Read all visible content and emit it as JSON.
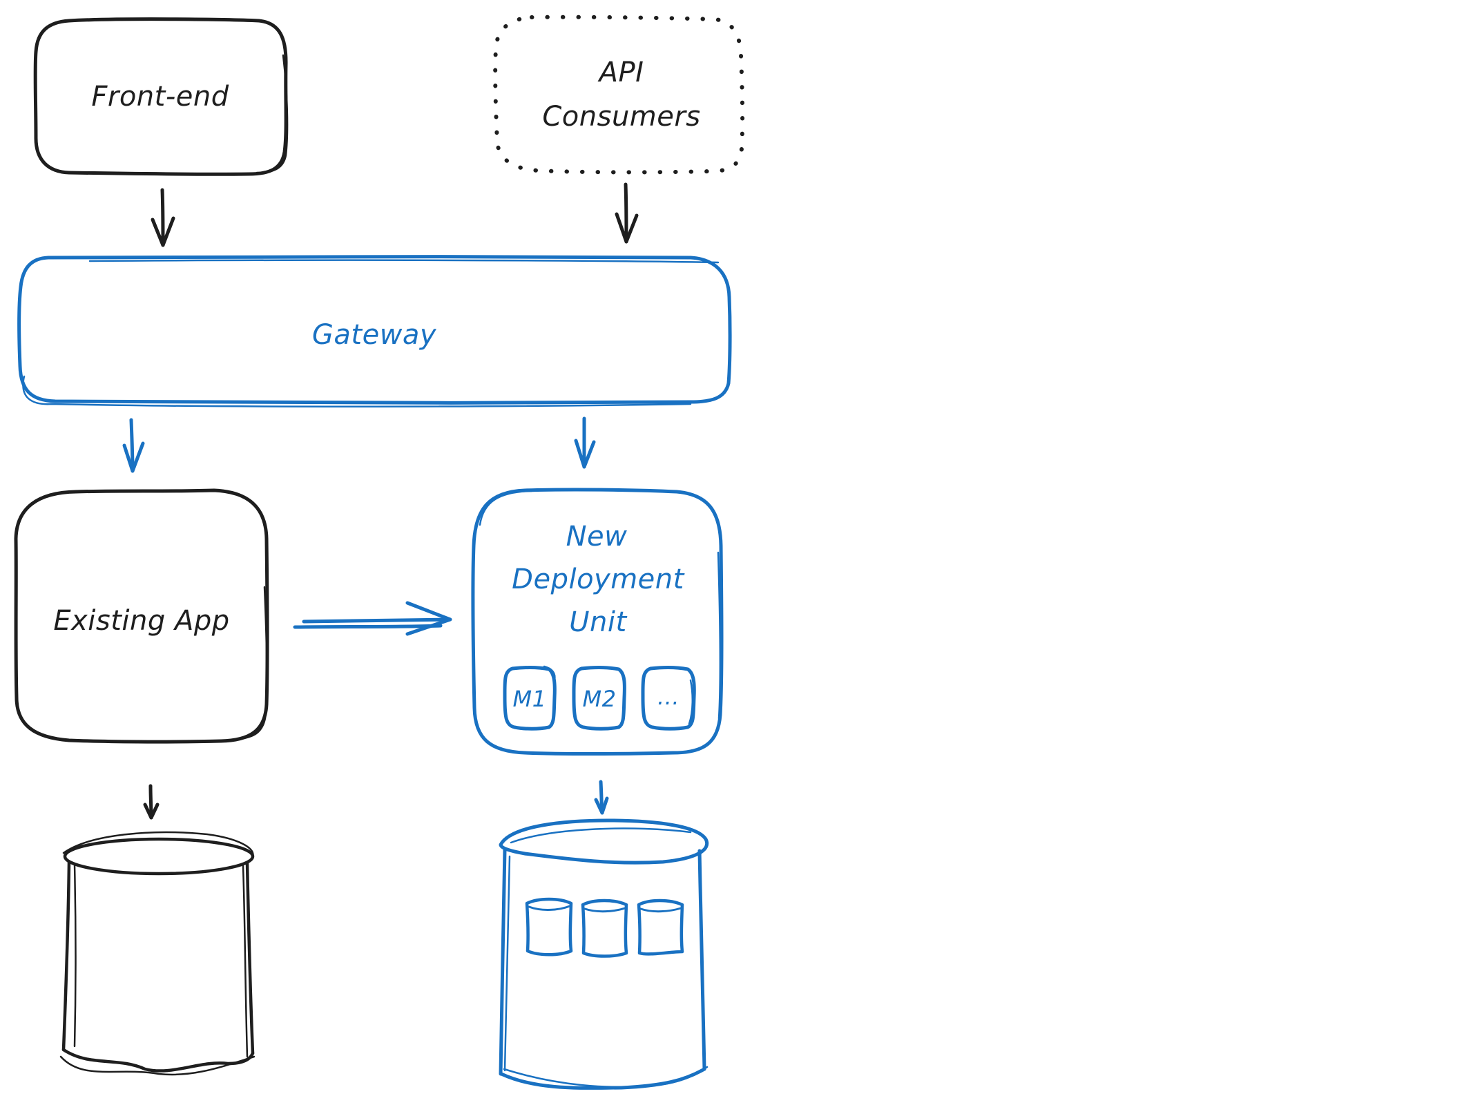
{
  "diagram": {
    "title": "",
    "colors": {
      "ink": "#1e1e1e",
      "accent": "#1971c2",
      "background": "#ffffff"
    },
    "nodes": {
      "frontend": {
        "label": "Front-end",
        "style": "solid",
        "color": "ink"
      },
      "api_consumers": {
        "label_lines": [
          "API",
          "Consumers"
        ],
        "style": "dotted",
        "color": "ink"
      },
      "gateway": {
        "label": "Gateway",
        "style": "solid",
        "color": "accent"
      },
      "existing_app": {
        "label": "Existing App",
        "style": "solid",
        "color": "ink"
      },
      "new_deployment_unit": {
        "label_lines": [
          "New",
          "Deployment",
          "Unit"
        ],
        "style": "solid",
        "color": "accent",
        "modules": [
          "M1",
          "M2",
          "..."
        ]
      },
      "existing_db": {
        "label": "",
        "shape": "cylinder",
        "color": "ink"
      },
      "new_db": {
        "label": "",
        "shape": "cylinder",
        "color": "accent",
        "inner_stores": 3
      }
    },
    "edges": [
      {
        "from": "frontend",
        "to": "gateway",
        "style": "arrow",
        "color": "ink"
      },
      {
        "from": "api_consumers",
        "to": "gateway",
        "style": "arrow",
        "color": "ink"
      },
      {
        "from": "gateway",
        "to": "existing_app",
        "style": "arrow",
        "color": "accent"
      },
      {
        "from": "gateway",
        "to": "new_deployment_unit",
        "style": "arrow",
        "color": "accent"
      },
      {
        "from": "existing_app",
        "to": "new_deployment_unit",
        "style": "double-arrow",
        "color": "accent"
      },
      {
        "from": "existing_app",
        "to": "existing_db",
        "style": "arrow",
        "color": "ink"
      },
      {
        "from": "new_deployment_unit",
        "to": "new_db",
        "style": "arrow",
        "color": "accent"
      }
    ]
  }
}
